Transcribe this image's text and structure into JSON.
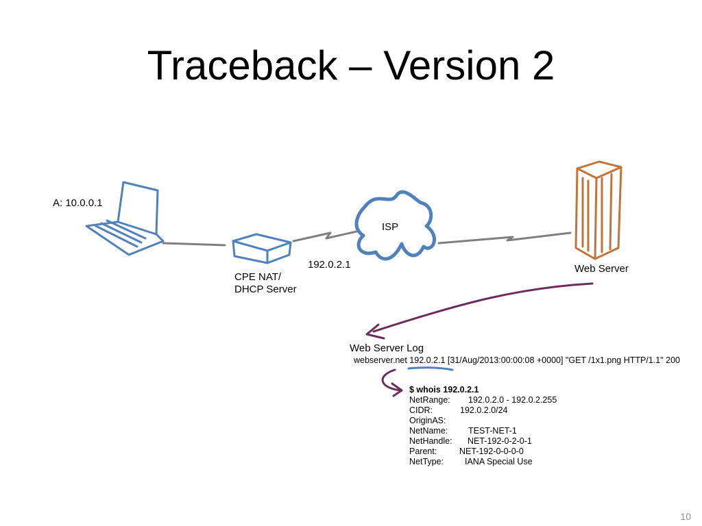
{
  "slide": {
    "title": "Traceback – Version 2",
    "page_number": "10"
  },
  "nodes": {
    "host_label": "A: 10.0.0.1",
    "cpe_label_line1": "CPE NAT/",
    "cpe_label_line2": "DHCP Server",
    "isp_label": "ISP",
    "public_ip_label": "192.0.2.1",
    "web_server_label": "Web Server"
  },
  "log": {
    "title": "Web Server Log",
    "entry": "webserver.net 192.0.2.1 [31/Aug/2013:00:00:08 +0000] \"GET /1x1.png HTTP/1.1\" 200"
  },
  "whois": {
    "command": "$ whois 192.0.2.1",
    "rows": [
      {
        "key": "NetRange:",
        "value": "192.0.2.0 - 192.0.2.255"
      },
      {
        "key": "CIDR:",
        "value": "192.0.2.0/24"
      },
      {
        "key": "OriginAS:",
        "value": ""
      },
      {
        "key": "NetName:",
        "value": "TEST-NET-1"
      },
      {
        "key": "NetHandle:",
        "value": "NET-192-0-2-0-1"
      },
      {
        "key": "Parent:",
        "value": "NET-192-0-0-0-0"
      },
      {
        "key": "NetType:",
        "value": "IANA Special Use"
      }
    ]
  },
  "colors": {
    "device_blue": "#4f81bd",
    "server_orange": "#c0733a",
    "link_gray": "#7f7f7f",
    "arrow_purple": "#6b2c5b"
  },
  "icons": [
    "laptop-icon",
    "router-icon",
    "cloud-icon",
    "server-icon"
  ]
}
